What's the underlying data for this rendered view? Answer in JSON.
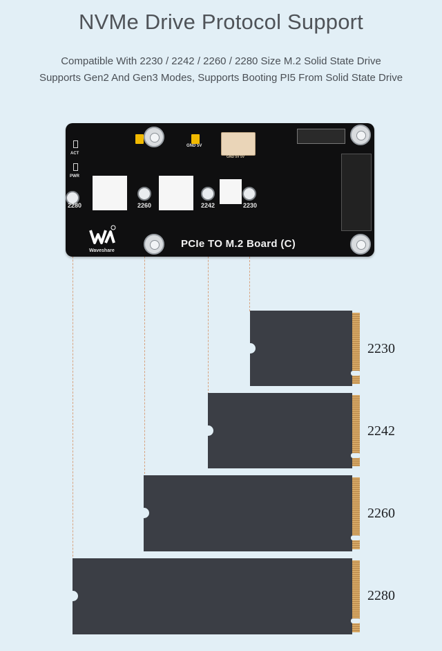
{
  "title": "NVMe Drive Protocol Support",
  "subtitle_line1": "Compatible With 2230 / 2242 / 2260 / 2280 Size M.2 Solid State Drive",
  "subtitle_line2": "Supports Gen2 And Gen3 Modes, Supports Booting PI5 From Solid State Drive",
  "board": {
    "name": "PCIe TO M.2 Board (C)",
    "brand": "Waveshare",
    "led_labels": [
      "ACT",
      "PWR"
    ],
    "jumper_label": "GND 5V",
    "connector_label": "GND 5V 5V",
    "mount_labels": [
      "2280",
      "2260",
      "2242",
      "2230"
    ]
  },
  "drives": [
    {
      "size": "2230"
    },
    {
      "size": "2242"
    },
    {
      "size": "2260"
    },
    {
      "size": "2280"
    }
  ],
  "colors": {
    "background": "#e2eff6",
    "board": "#0f0f10",
    "drive": "#3b3e45",
    "contacts": "#c99a5a",
    "guide": "#d8a27e"
  }
}
